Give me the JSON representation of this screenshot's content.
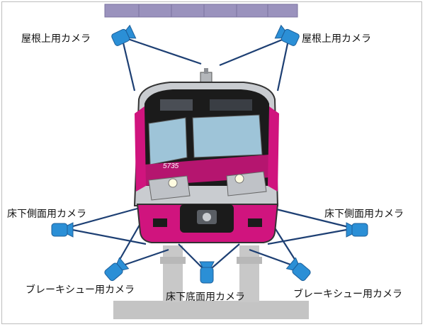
{
  "labels": {
    "roof_left": "屋根上用カメラ",
    "roof_right": "屋根上用カメラ",
    "side_left": "床下側面用カメラ",
    "side_right": "床下側面用カメラ",
    "brake_left": "ブレーキシュー用カメラ",
    "brake_right": "ブレーキシュー用カメラ",
    "bottom": "床下底面用カメラ"
  },
  "train": {
    "number": "5735"
  },
  "colors": {
    "camera_blue": "#2b8fd6",
    "train_magenta": "#d0147e",
    "cab_black": "#1b1b1b",
    "body_silver": "#c9ccd0",
    "overhead_purple": "#9a92bd",
    "ground_gray": "#c4c4c4"
  },
  "icons": [
    "camera-icon"
  ]
}
